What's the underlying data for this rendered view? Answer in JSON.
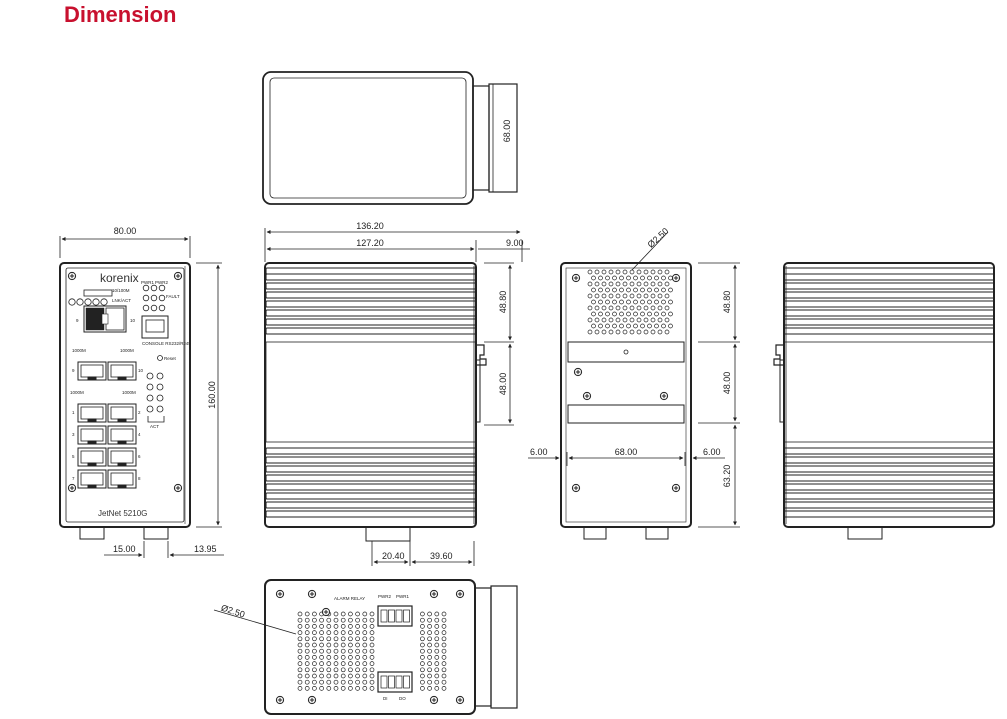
{
  "title": "Dimension",
  "colors": {
    "title": "#c8102e",
    "line": "#222222"
  },
  "front_view": {
    "brand": "korenix",
    "model": "JetNet 5210G",
    "port_labels": {
      "led_a": "10/100M",
      "led_b": "LNK/ACT",
      "pwr_a": "PWR1",
      "pwr_b": "PWR2",
      "fault": "FAULT",
      "sfp_l": "9",
      "sfp_r": "10",
      "console": "CONSOLE RS232/RJ45",
      "reset": "Reset",
      "rj_l": "9",
      "rj_r": "10",
      "speed_l": "1000M",
      "speed_r": "1000M",
      "ports": [
        "1",
        "2",
        "3",
        "4",
        "5",
        "6",
        "7",
        "8"
      ],
      "link": "ACT",
      "mbit_l": "1000M",
      "mbit_r": "1000M"
    }
  },
  "bottom_view": {
    "labels": {
      "relay": "ALARM RELAY",
      "pwr2": "PWR2",
      "pwr1": "PWR1",
      "di": "DI",
      "do": "DO"
    }
  },
  "dimensions": {
    "front_width": "80.00",
    "front_height": "160.00",
    "front_left": "15.00",
    "front_right": "13.95",
    "top_depth": "68.00",
    "side_total": "136.20",
    "side_body": "127.20",
    "side_rail": "9.00",
    "side_top": "48.80",
    "side_mid": "48.00",
    "side_bottom_a": "20.40",
    "side_bottom_b": "39.60",
    "hole_back": "Ø2.50",
    "back_top": "48.80",
    "back_mid": "48.00",
    "back_bottom": "63.20",
    "back_left": "6.00",
    "back_center": "68.00",
    "back_right": "6.00",
    "hole_bottom": "Ø2.50"
  }
}
